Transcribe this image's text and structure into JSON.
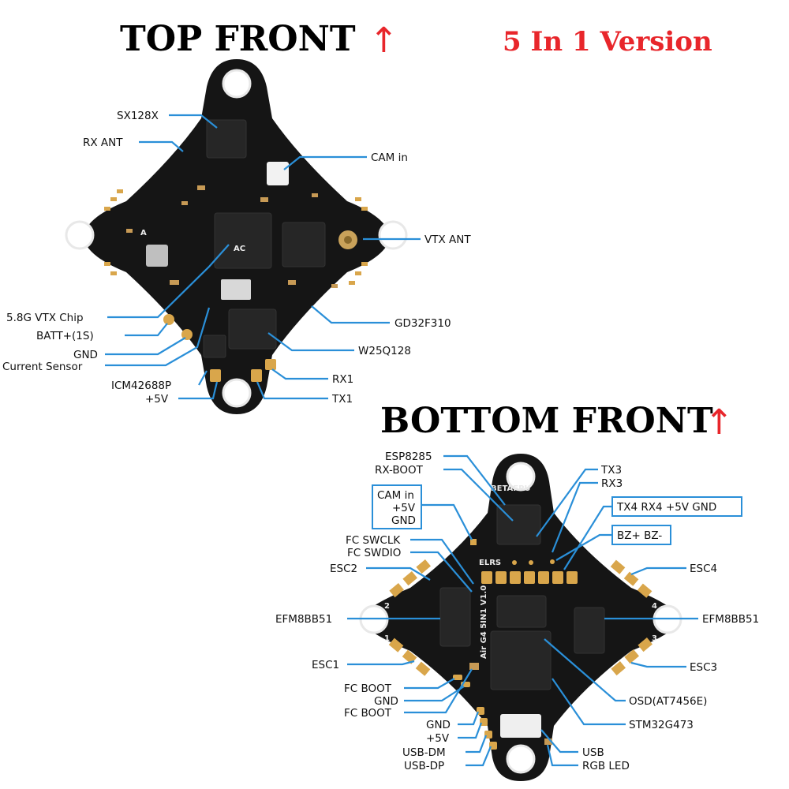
{
  "headings": {
    "top_title": "TOP FRONT",
    "top_arrow": "↑",
    "bottom_title": "BOTTOM FRONT",
    "bottom_arrow": "↑",
    "version": "5 In 1 Version"
  },
  "colors": {
    "accent_red": "#e8262b",
    "leader_blue": "#2a8fd8",
    "board": "#151515",
    "pad_gold": "#d9a64b"
  },
  "top_board": {
    "silk": {
      "ac": "AC",
      "ant": "A"
    },
    "labels": {
      "sx128x": "SX128X",
      "rx_ant": "RX ANT",
      "cam_in": "CAM in",
      "vtx_ant": "VTX ANT",
      "vtx_chip": "5.8G VTX Chip",
      "batt": "BATT+(1S)",
      "gnd": "GND",
      "current_sensor": "Current Sensor",
      "gd32": "GD32F310",
      "w25q": "W25Q128",
      "icm": "ICM42688P",
      "v5": "+5V",
      "rx1": "RX1",
      "tx1": "TX1"
    }
  },
  "bottom_board": {
    "silk": {
      "brand": "BETAFPU",
      "elrs": "ELRS",
      "model": "Air G4 5IN1 V1.0",
      "m1": "1",
      "m2": "2",
      "m3": "3",
      "m4": "4"
    },
    "labels": {
      "esp": "ESP8285",
      "rx_boot": "RX-BOOT",
      "cam_in": "CAM in",
      "cam_5v": "+5V",
      "cam_gnd": "GND",
      "swclk": "FC SWCLK",
      "swdio": "FC SWDIO",
      "esc2": "ESC2",
      "efm_left": "EFM8BB51",
      "esc1": "ESC1",
      "fc_boot1": "FC BOOT",
      "gnd1": "GND",
      "fc_boot2": "FC BOOT",
      "gnd2": "GND",
      "v5": "+5V",
      "usb_dm": "USB-DM",
      "usb_dp": "USB-DP",
      "tx3": "TX3",
      "rx3": "RX3",
      "uart4": "TX4  RX4  +5V  GND",
      "bz": "BZ+  BZ-",
      "esc4": "ESC4",
      "efm_right": "EFM8BB51",
      "esc3": "ESC3",
      "osd": "OSD(AT7456E)",
      "stm": "STM32G473",
      "usb": "USB",
      "rgb": "RGB LED"
    }
  }
}
